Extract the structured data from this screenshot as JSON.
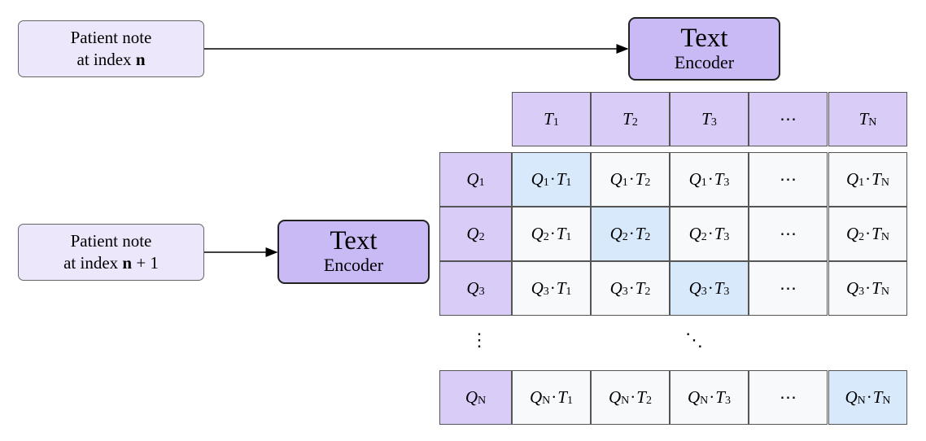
{
  "top_note": {
    "line1": "Patient note",
    "line2_prefix": "at index ",
    "line2_bold": "n",
    "line2_suffix": ""
  },
  "bottom_note": {
    "line1": "Patient note",
    "line2_prefix": "at index ",
    "line2_bold": "n",
    "line2_suffix": " + 1"
  },
  "top_encoder": {
    "title": "Text",
    "subtitle": "Encoder"
  },
  "bottom_encoder": {
    "title": "Text",
    "subtitle": "Encoder"
  },
  "matrix": {
    "column_headers": [
      {
        "sym": "T",
        "sub": "1"
      },
      {
        "sym": "T",
        "sub": "2"
      },
      {
        "sym": "T",
        "sub": "3"
      },
      {
        "sym": "⋯",
        "sub": ""
      },
      {
        "sym": "T",
        "sub": "N"
      }
    ],
    "row_headers": [
      {
        "sym": "Q",
        "sub": "1"
      },
      {
        "sym": "Q",
        "sub": "2"
      },
      {
        "sym": "Q",
        "sub": "3"
      },
      {
        "sym": "Q",
        "sub": "N"
      }
    ],
    "vertical_ellipsis": "⋮",
    "diagonal_ellipsis": "⋱",
    "ellipsis": "⋯",
    "dot_operator": "·",
    "colors": {
      "header": "#d9ccf7",
      "cell": "#f8f9fb",
      "diagonal": "#d8e9fb",
      "encoder": "#c9b9f5",
      "note": "#ede7fb"
    }
  }
}
